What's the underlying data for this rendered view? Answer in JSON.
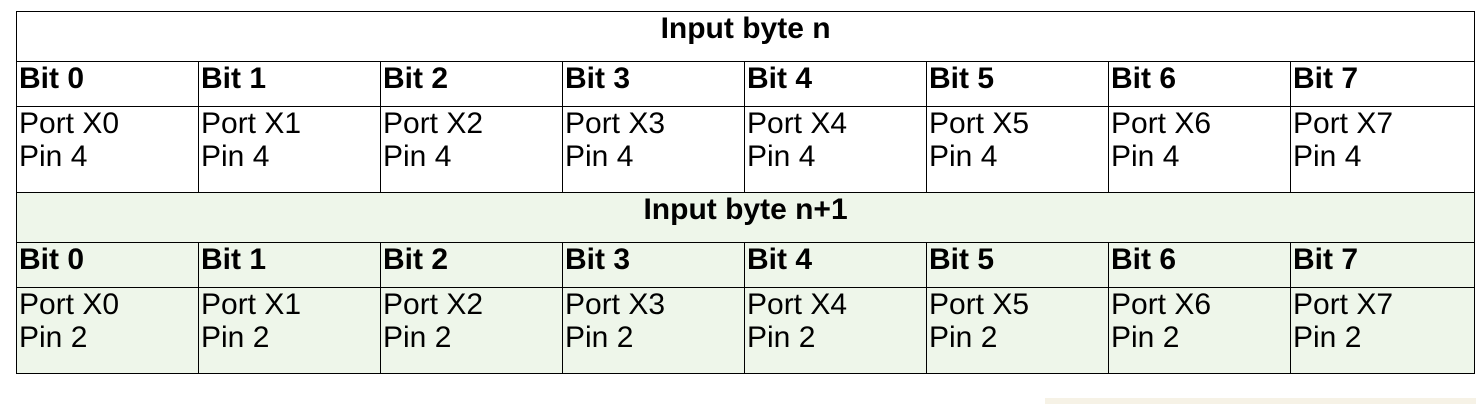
{
  "top_cut_text": "",
  "blocks": [
    {
      "title": "Input byte n",
      "bits": [
        "Bit 0",
        "Bit 1",
        "Bit 2",
        "Bit 3",
        "Bit 4",
        "Bit 5",
        "Bit 6",
        "Bit 7"
      ],
      "ports": [
        "Port X0",
        "Port X1",
        "Port X2",
        "Port X3",
        "Port X4",
        "Port X5",
        "Port X6",
        "Port X7"
      ],
      "pins": [
        "Pin 4",
        "Pin 4",
        "Pin 4",
        "Pin 4",
        "Pin 4",
        "Pin 4",
        "Pin 4",
        "Pin 4"
      ]
    },
    {
      "title": "Input byte n+1",
      "bits": [
        "Bit 0",
        "Bit 1",
        "Bit 2",
        "Bit 3",
        "Bit 4",
        "Bit 5",
        "Bit 6",
        "Bit 7"
      ],
      "ports": [
        "Port X0",
        "Port X1",
        "Port X2",
        "Port X3",
        "Port X4",
        "Port X5",
        "Port X6",
        "Port X7"
      ],
      "pins": [
        "Pin 2",
        "Pin 2",
        "Pin 2",
        "Pin 2",
        "Pin 2",
        "Pin 2",
        "Pin 2",
        "Pin 2"
      ]
    }
  ],
  "colors": {
    "alt_row_background": "#eef6ea",
    "border": "#000000"
  }
}
